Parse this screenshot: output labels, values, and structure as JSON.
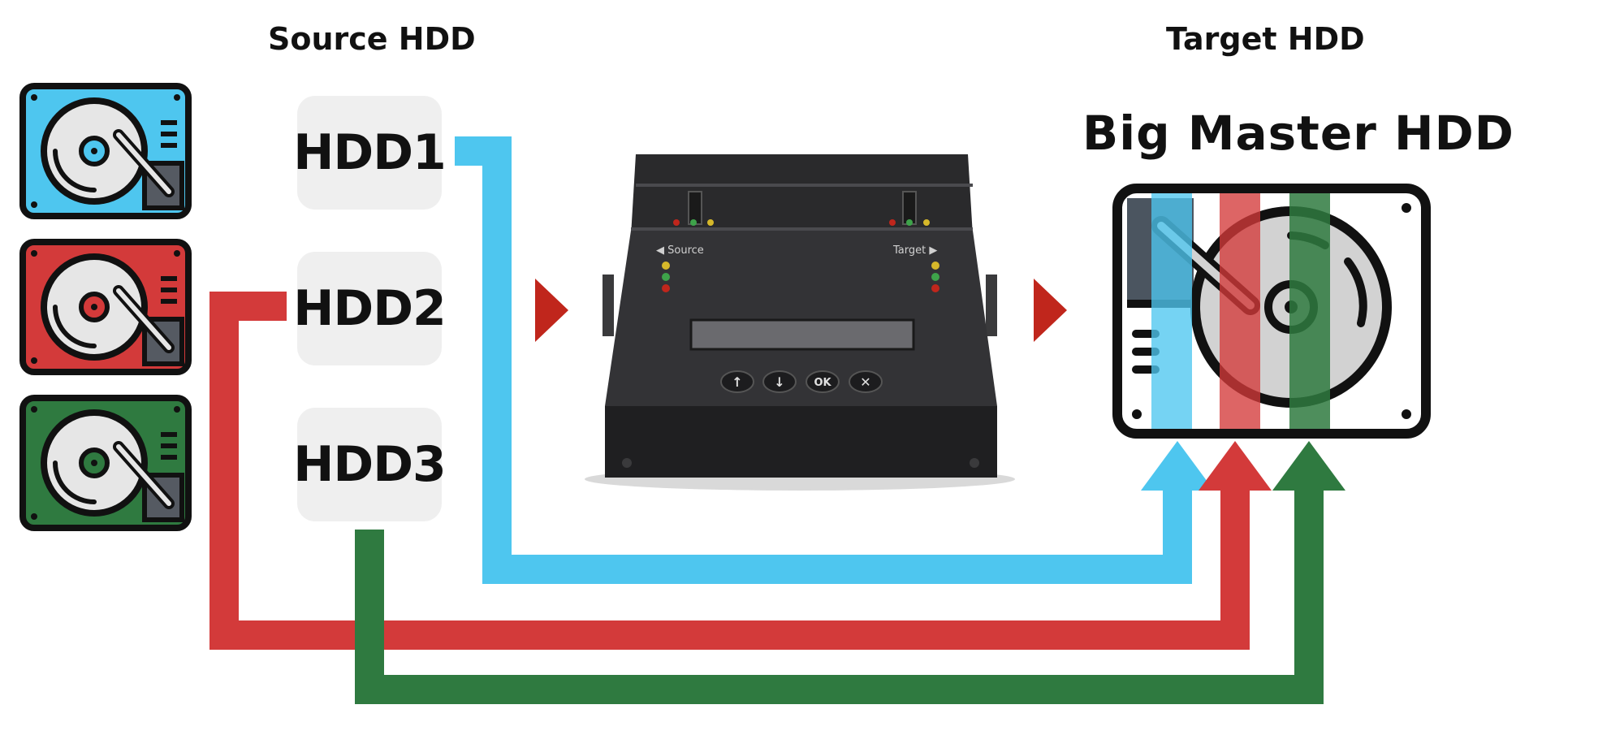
{
  "source": {
    "heading": "Source HDD",
    "drives": [
      {
        "label": "HDD1",
        "color": "#4ec6ef"
      },
      {
        "label": "HDD2",
        "color": "#d33a3a"
      },
      {
        "label": "HDD3",
        "color": "#2f7a40"
      }
    ]
  },
  "target": {
    "heading": "Target HDD",
    "title": "Big Master HDD"
  },
  "device": {
    "source_label": "◀ Source",
    "target_label": "Target ▶",
    "buttons": [
      "↑",
      "↓",
      "OK",
      "✕"
    ]
  },
  "colors": {
    "blue": "#4ec6ef",
    "red": "#d33a3a",
    "green": "#2f7a40",
    "arrow_red": "#c0261c",
    "device_body": "#2a2a2c"
  }
}
